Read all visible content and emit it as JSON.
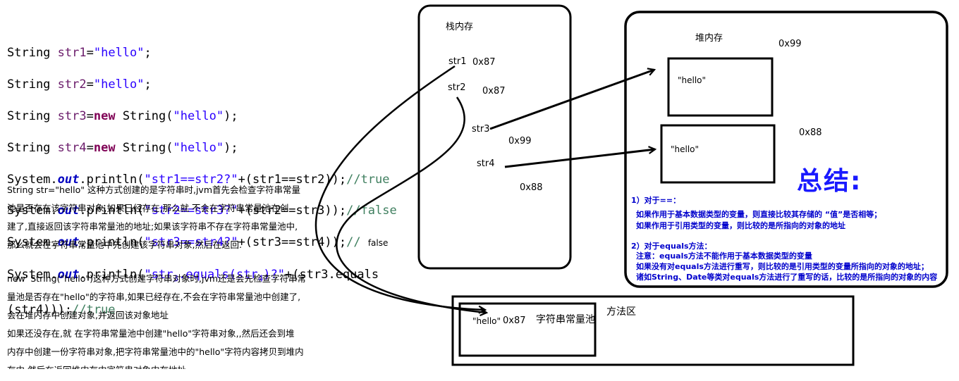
{
  "code": {
    "line1": {
      "a": "String ",
      "v": "str1",
      "b": "=",
      "s": "\"hello\"",
      "e": ";"
    },
    "line2": {
      "a": "String ",
      "v": "str2",
      "b": "=",
      "s": "\"hello\"",
      "e": ";"
    },
    "line3": {
      "a": "String ",
      "v": "str3",
      "b": "=",
      "k": "new",
      "c": " String(",
      "s": "\"hello\"",
      "e": ");"
    },
    "line4": {
      "a": "String ",
      "v": "str4",
      "b": "=",
      "k": "new",
      "c": " String(",
      "s": "\"hello\"",
      "e": ");"
    },
    "line5": {
      "a": "System.",
      "o": "out",
      "b": ".println(",
      "s": "\"str1==str2?\"",
      "c": "+(str1==str2));",
      "cm": "//true"
    },
    "line6": {
      "a": "System.",
      "o": "out",
      "b": ".println(",
      "s": "\"str2==str3?\"",
      "c": "+(str2==str3));",
      "cm": "//false"
    },
    "line7": {
      "a": "System.",
      "o": "out",
      "b": ".println(",
      "s": "\"str3==str4?\"",
      "c": "+(str3==str4));",
      "cm": "// ",
      "sm": "false"
    },
    "line8": {
      "a": "System.",
      "o": "out",
      "b": ".println(",
      "s1": "\"str",
      "sub1": "3",
      "s2": ".equals(str",
      "sub2": "4",
      "s3": ")?\"",
      "c": "+(str3.equals"
    },
    "line9": {
      "a": "(str4)));",
      "cm": "//true"
    }
  },
  "paragraph1": [
    "String str=\"hello\" 这种方式创建的是字符串时,jvm首先会检查字符串常量",
    "池是否存在该字符串对象,如果已经存在,那么就    不会在字符串常量池在创",
    "建了,直接返回该字符串常量池的地址;如果该字符串不存在字符串常量池中,",
    "那么就会在字符串常量池中先创建该字符串对象,然后在返回."
  ],
  "paragraph2": [
    "new' String(\"hello\")这种方式创建字符串对象时,jvm还是会先检查字符串常",
    "量池是否存在\"hello\"的字符串,如果已经存在,不会在字符串常量池中创建了,",
    "会在堆内存中创建对象,并返回该对象地址",
    "如果还没存在,就    在字符串常量池中创建\"hello\"字符串对象,,然后还会到堆",
    "内存中创建一份字符串对象,把字符串常量池中的\"hello\"字符内容拷贝到堆内",
    "存中,然后在返回堆内存中字符串对象内存地址"
  ],
  "stack": {
    "title": "栈内存",
    "str1": "str1",
    "str1_addr": "0x87",
    "str2": "str2",
    "str2_addr": "0x87",
    "str3": "str3",
    "str3_addr": "0x99",
    "str4": "str4",
    "str4_addr": "0x88"
  },
  "heap": {
    "title": "堆内存",
    "obj1_addr": "0x99",
    "obj1_value": "\"hello\"",
    "obj2_addr": "0x88",
    "obj2_value": "\"hello\""
  },
  "method_area": {
    "title": "方法区",
    "pool_title": "字符串常量池",
    "pool_value": "\"hello\"",
    "pool_addr": "0x87"
  },
  "summary": {
    "title": "总结:",
    "lines": [
      "1）对于==：",
      "如果作用于基本数据类型的变量，则直接比较其存储的 “值”是否相等；",
      "如果作用于引用类型的变量，则比较的是所指向的对象的地址",
      "2）对于equals方法：",
      "注意：equals方法不能作用于基本数据类型的变量",
      "如果没有对equals方法进行重写，则比较的是引用类型的变量所指向的对象的地址；",
      "诸如String、Date等类对equals方法进行了重写的话，比较的是所指向的对象的内容"
    ]
  },
  "colors": {
    "summary": "#0000cc",
    "summary_title": "#1a1aff",
    "string": "#2a00ff",
    "keyword": "#7f0055",
    "comment": "#3f7f5f"
  }
}
